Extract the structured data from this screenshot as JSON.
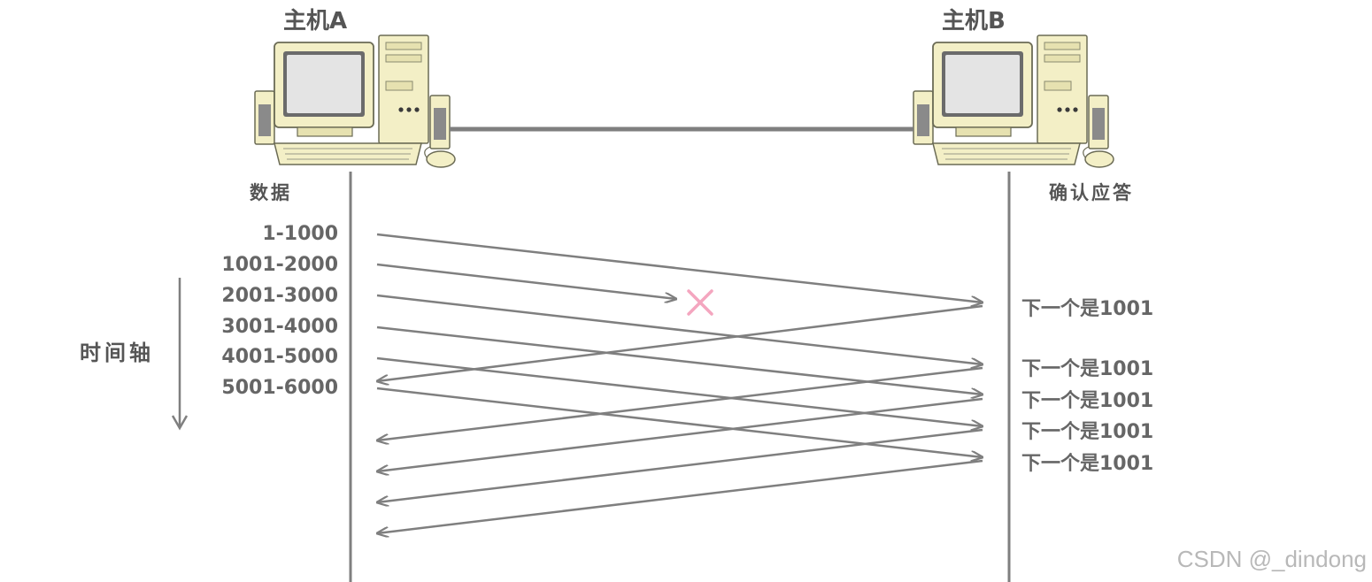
{
  "host_a": {
    "label": "主机A"
  },
  "host_b": {
    "label": "主机B"
  },
  "columns": {
    "data": "数据",
    "ack": "确认应答"
  },
  "time_axis_label": "时间轴",
  "segments": [
    "1-1000",
    "1001-2000",
    "2001-3000",
    "3001-4000",
    "4001-5000",
    "5001-6000"
  ],
  "acks": [
    "下一个是1001",
    "下一个是1001",
    "下一个是1001",
    "下一个是1001",
    "下一个是1001"
  ],
  "lost_segment": "1001-2000",
  "colors": {
    "line": "#7f7f7f",
    "lost_mark": "#f4a6bf",
    "computer_body": "#f4f0c8"
  },
  "watermark": "CSDN @_dindong"
}
